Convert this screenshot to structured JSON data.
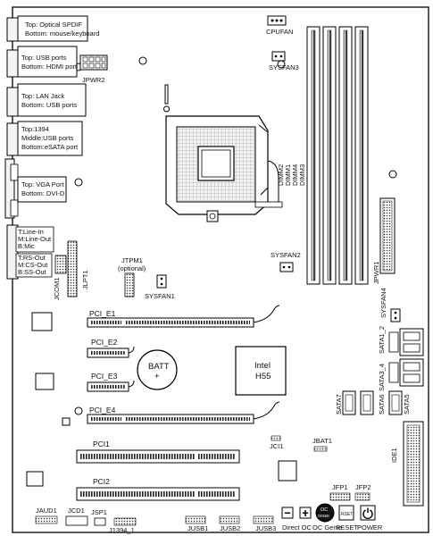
{
  "io_panel": {
    "spdif_line1": "Top: Optical SPDIF",
    "spdif_line2": "Bottom: mouse/keyboard",
    "usb_hdmi_line1": "Top: USB ports",
    "usb_hdmi_line2": "Bottom: HDMI port",
    "lan_line1": "Top: LAN Jack",
    "lan_line2": "Bottom: USB ports",
    "f1394_line1": "Top:1394",
    "f1394_line2": "Middle:USB ports",
    "f1394_line3": "Bottom:eSATA port",
    "vga_line1": "Top: VGA Port",
    "vga_line2": "Bottom: DVI-D",
    "audio1_line1": "T:Line-In",
    "audio1_line2": "M:Line-Out",
    "audio1_line3": "B:Mic",
    "audio2_line1": "T:RS-Out",
    "audio2_line2": "M:CS-Out",
    "audio2_line3": "B:SS-Out"
  },
  "labels": {
    "jpwr2": "JPWR2",
    "cpufan": "CPUFAN",
    "sysfan3": "SYSFAN3",
    "dimm2": "DIMM2",
    "dimm1": "DIMM1",
    "dimm4": "DIMM4",
    "dimm3": "DIMM3",
    "sysfan2": "SYSFAN2",
    "jpwr1": "JPWR1",
    "jcom1": "JCOM1",
    "jlpt1": "JLPT1",
    "jtpm1": "JTPM1",
    "jtpm1_note": "(optional)",
    "sysfan1": "SYSFAN1",
    "sysfan4": "SYSFAN4",
    "pci_e1": "PCI_E1",
    "pci_e2": "PCI_E2",
    "pci_e3": "PCI_E3",
    "pci_e4": "PCI_E4",
    "pci1": "PCI1",
    "pci2": "PCI2",
    "batt": "BATT",
    "batt_plus": "+",
    "chipset_line1": "Intel",
    "chipset_line2": "H55",
    "sata1_2": "SATA1_2",
    "sata3_4": "SATA3_4",
    "sata7": "SATA7",
    "sata6": "SATA6",
    "sata5": "SATA5",
    "jci1": "JCI1",
    "jbat1": "JBAT1",
    "ide1": "IDE1",
    "jfp1": "JFP1",
    "jfp2": "JFP2",
    "jaud1": "JAUD1",
    "jcd1": "JCD1",
    "jsp1": "JSP1",
    "j1394_1": "J1394_1",
    "jusb1": "JUSB1",
    "jusb2": "JUSB2",
    "jusb3": "JUSB3",
    "direct_oc": "Direct OC",
    "oc_genie": "OC Genie",
    "reset": "RESET",
    "power": "POWER",
    "oc_badge_line1": "OC",
    "oc_badge_line2": "GENIE"
  }
}
